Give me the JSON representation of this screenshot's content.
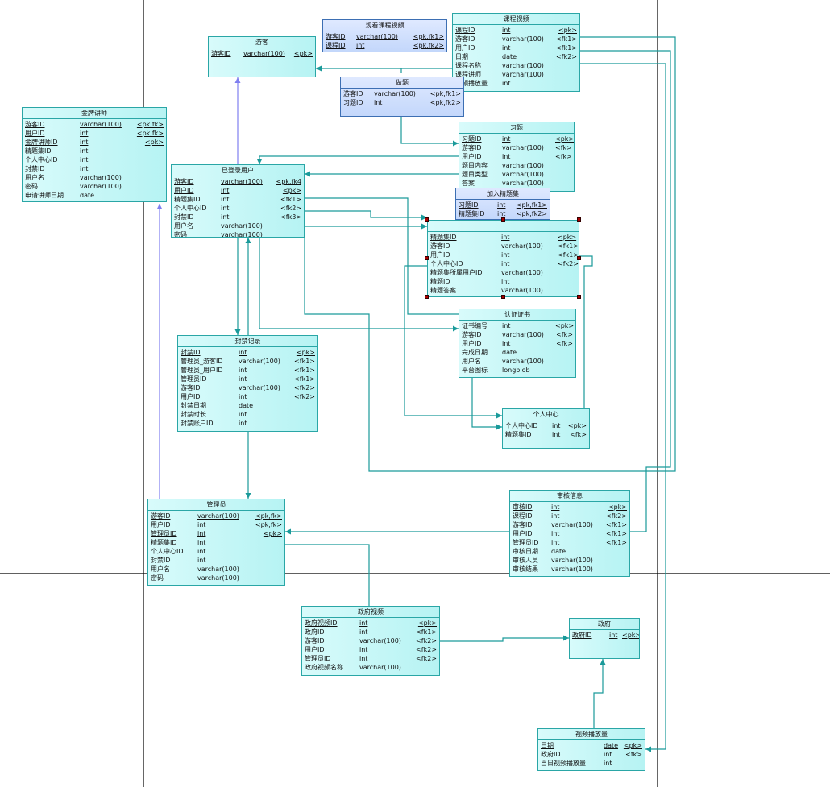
{
  "entities": [
    {
      "id": "youke",
      "name": "游客",
      "attrs": [
        [
          "游客ID",
          "varchar(100)",
          "<pk>",
          1
        ]
      ]
    },
    {
      "id": "guankan",
      "name": "观看课程视频",
      "style": "blue",
      "attrs": [
        [
          "游客ID",
          "varchar(100)",
          "<pk,fk1>",
          1
        ],
        [
          "课程ID",
          "int",
          "<pk,fk2>",
          1
        ]
      ]
    },
    {
      "id": "kecheng",
      "name": "课程视频",
      "attrs": [
        [
          "课程ID",
          "int",
          "<pk>",
          1
        ],
        [
          "游客ID",
          "varchar(100)",
          "<fk1>",
          0
        ],
        [
          "用户ID",
          "int",
          "<fk1>",
          0
        ],
        [
          "日期",
          "date",
          "<fk2>",
          0
        ],
        [
          "课程名称",
          "varchar(100)",
          "",
          0
        ],
        [
          "课程讲师",
          "varchar(100)",
          "",
          0
        ],
        [
          "视频播放量",
          "int",
          "",
          0
        ]
      ]
    },
    {
      "id": "zuoti",
      "name": "做题",
      "style": "blue",
      "attrs": [
        [
          "游客ID",
          "varchar(100)",
          "<pk,fk1>",
          1
        ],
        [
          "习题ID",
          "int",
          "<pk,fk2>",
          1
        ]
      ]
    },
    {
      "id": "jinpai",
      "name": "金牌讲师",
      "attrs": [
        [
          "游客ID",
          "varchar(100)",
          "<pk,fk>",
          1
        ],
        [
          "用户ID",
          "int",
          "<pk,fk>",
          1
        ],
        [
          "金牌讲师ID",
          "int",
          "<pk>",
          1
        ],
        [
          "精题集ID",
          "int",
          "",
          0
        ],
        [
          "个人中心ID",
          "int",
          "",
          0
        ],
        [
          "封禁ID",
          "int",
          "",
          0
        ],
        [
          "用户名",
          "varchar(100)",
          "",
          0
        ],
        [
          "密码",
          "varchar(100)",
          "",
          0
        ],
        [
          "申请讲师日期",
          "date",
          "",
          0
        ]
      ]
    },
    {
      "id": "xiti",
      "name": "习题",
      "attrs": [
        [
          "习题ID",
          "int",
          "<pk>",
          1
        ],
        [
          "游客ID",
          "varchar(100)",
          "<fk>",
          0
        ],
        [
          "用户ID",
          "int",
          "<fk>",
          0
        ],
        [
          "题目内容",
          "varchar(100)",
          "",
          0
        ],
        [
          "题目类型",
          "varchar(100)",
          "",
          0
        ],
        [
          "答案",
          "varchar(100)",
          "",
          0
        ]
      ]
    },
    {
      "id": "yidenglu",
      "name": "已登录用户",
      "attrs": [
        [
          "游客ID",
          "varchar(100)",
          "<pk,fk4",
          1
        ],
        [
          "用户ID",
          "int",
          "<pk>",
          1
        ],
        [
          "精题集ID",
          "int",
          "<fk1>",
          0
        ],
        [
          "个人中心ID",
          "int",
          "<fk2>",
          0
        ],
        [
          "封禁ID",
          "int",
          "<fk3>",
          0
        ],
        [
          "用户名",
          "varchar(100)",
          "",
          0
        ],
        [
          "密码",
          "varchar(100)",
          "",
          0
        ]
      ]
    },
    {
      "id": "jiaru",
      "name": "加入精题集",
      "style": "blue",
      "attrs": [
        [
          "习题ID",
          "int",
          "<pk,fk1>",
          1
        ],
        [
          "精题集ID",
          "int",
          "<pk,fk2>",
          1
        ]
      ]
    },
    {
      "id": "jingtiji",
      "name": "",
      "attrs": [
        [
          "精题集ID",
          "int",
          "<pk>",
          1
        ],
        [
          "游客ID",
          "varchar(100)",
          "<fk1>",
          0
        ],
        [
          "用户ID",
          "int",
          "<fk1>",
          0
        ],
        [
          "个人中心ID",
          "int",
          "<fk2>",
          0
        ],
        [
          "精题集所属用户ID",
          "varchar(100)",
          "",
          0
        ],
        [
          "精题ID",
          "int",
          "",
          0
        ],
        [
          "精题答案",
          "varchar(100)",
          "",
          0
        ]
      ]
    },
    {
      "id": "renzheng",
      "name": "认证证书",
      "attrs": [
        [
          "证书编号",
          "int",
          "<pk>",
          1
        ],
        [
          "游客ID",
          "varchar(100)",
          "<fk>",
          0
        ],
        [
          "用户ID",
          "int",
          "<fk>",
          0
        ],
        [
          "完成日期",
          "date",
          "",
          0
        ],
        [
          "用户名",
          "varchar(100)",
          "",
          0
        ],
        [
          "平台图标",
          "longblob",
          "",
          0
        ]
      ]
    },
    {
      "id": "fengjin",
      "name": "封禁记录",
      "attrs": [
        [
          "封禁ID",
          "int",
          "<pk>",
          1
        ],
        [
          "管理员_游客ID",
          "varchar(100)",
          "<fk1>",
          0
        ],
        [
          "管理员_用户ID",
          "int",
          "<fk1>",
          0
        ],
        [
          "管理员ID",
          "int",
          "<fk1>",
          0
        ],
        [
          "游客ID",
          "varchar(100)",
          "<fk2>",
          0
        ],
        [
          "用户ID",
          "int",
          "<fk2>",
          0
        ],
        [
          "封禁日期",
          "date",
          "",
          0
        ],
        [
          "封禁时长",
          "int",
          "",
          0
        ],
        [
          "封禁账户ID",
          "int",
          "",
          0
        ]
      ]
    },
    {
      "id": "geren",
      "name": "个人中心",
      "attrs": [
        [
          "个人中心ID",
          "int",
          "<pk>",
          1
        ],
        [
          "精题集ID",
          "int",
          "<fk>",
          0
        ]
      ]
    },
    {
      "id": "guanliyuan",
      "name": "管理员",
      "attrs": [
        [
          "游客ID",
          "varchar(100)",
          "<pk,fk>",
          1
        ],
        [
          "用户ID",
          "int",
          "<pk,fk>",
          1
        ],
        [
          "管理员ID",
          "int",
          "<pk>",
          1
        ],
        [
          "精题集ID",
          "int",
          "",
          0
        ],
        [
          "个人中心ID",
          "int",
          "",
          0
        ],
        [
          "封禁ID",
          "int",
          "",
          0
        ],
        [
          "用户名",
          "varchar(100)",
          "",
          0
        ],
        [
          "密码",
          "varchar(100)",
          "",
          0
        ]
      ]
    },
    {
      "id": "shenhe",
      "name": "审核信息",
      "attrs": [
        [
          "审核ID",
          "int",
          "<pk>",
          1
        ],
        [
          "课程ID",
          "int",
          "<fk2>",
          0
        ],
        [
          "游客ID",
          "varchar(100)",
          "<fk1>",
          0
        ],
        [
          "用户ID",
          "int",
          "<fk1>",
          0
        ],
        [
          "管理员ID",
          "int",
          "<fk1>",
          0
        ],
        [
          "审核日期",
          "date",
          "",
          0
        ],
        [
          "审核人员",
          "varchar(100)",
          "",
          0
        ],
        [
          "审核结果",
          "varchar(100)",
          "",
          0
        ]
      ]
    },
    {
      "id": "zhengfushipin",
      "name": "政府视频",
      "attrs": [
        [
          "政府视频ID",
          "int",
          "<pk>",
          1
        ],
        [
          "政府ID",
          "int",
          "<fk1>",
          0
        ],
        [
          "游客ID",
          "varchar(100)",
          "<fk2>",
          0
        ],
        [
          "用户ID",
          "int",
          "<fk2>",
          0
        ],
        [
          "管理员ID",
          "int",
          "<fk2>",
          0
        ],
        [
          "政府视频名称",
          "varchar(100)",
          "",
          0
        ]
      ]
    },
    {
      "id": "zhengfu",
      "name": "政府",
      "attrs": [
        [
          "政府ID",
          "int",
          "<pk>",
          1
        ]
      ]
    },
    {
      "id": "bofang",
      "name": "视频播放量",
      "attrs": [
        [
          "日期",
          "date",
          "<pk>",
          1
        ],
        [
          "政府ID",
          "int",
          "<fk>",
          0
        ],
        [
          "当日视频播放量",
          "int",
          "",
          0
        ]
      ]
    }
  ]
}
